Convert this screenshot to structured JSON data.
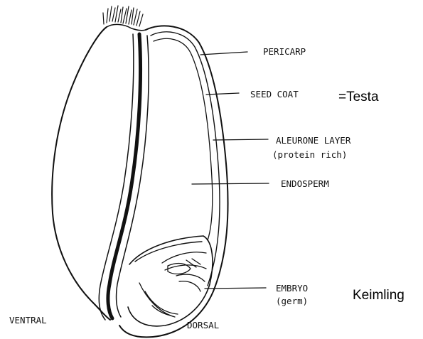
{
  "labels": {
    "pericarp": "PERICARP",
    "seed_coat": "SEED COAT",
    "seed_coat_note": "=Testa",
    "aleurone": "ALEURONE LAYER",
    "aleurone_sub": "(protein rich)",
    "endosperm": "ENDOSPERM",
    "embryo": "EMBRYO",
    "embryo_sub": "(germ)",
    "embryo_note": "Keimling",
    "ventral": "VENTRAL",
    "dorsal": "DORSAL"
  },
  "colors": {
    "ink": "#111111",
    "background": "#ffffff"
  }
}
